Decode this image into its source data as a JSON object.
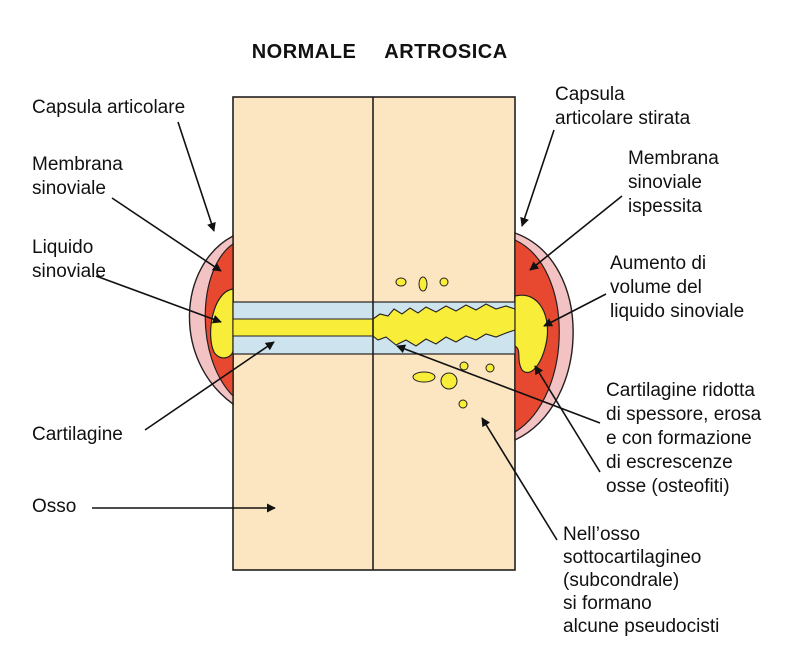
{
  "headers": {
    "normal": "NORMALE",
    "arthritic": "ARTROSICA"
  },
  "labels_left": {
    "capsule": "Capsula articolare",
    "membrane": [
      "Membrana",
      "sinoviale"
    ],
    "fluid": [
      "Liquido",
      "sinoviale"
    ],
    "cartilage": "Cartilagine",
    "bone": "Osso"
  },
  "labels_right": {
    "capsule": [
      "Capsula",
      "articolare stirata"
    ],
    "membrane": [
      "Membrana",
      "sinoviale",
      "ispessita"
    ],
    "fluid": [
      "Aumento di",
      "volume del",
      "liquido sinoviale"
    ],
    "cartilage": [
      "Cartilagine ridotta",
      "di spessore, erosa",
      "e con formazione",
      "di escrescenze",
      "osse (osteofiti)"
    ],
    "cysts": [
      "Nell’osso",
      "sottocartilagineo",
      "(subcondrale)",
      "si formano",
      "alcune pseudocisti"
    ]
  },
  "colors": {
    "bone": "#FCE6C2",
    "capsule": "#F3C2C3",
    "membrane": "#E6492F",
    "fluid": "#F8EE3A",
    "cartilage": "#CDE3EE",
    "outline": "#231F20"
  }
}
